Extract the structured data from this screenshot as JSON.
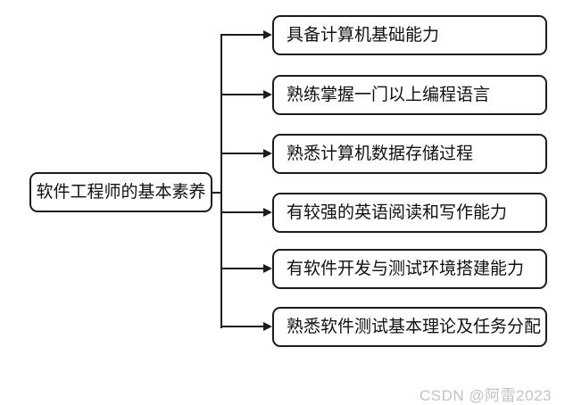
{
  "diagram": {
    "root": {
      "label": "软件工程师的基本素养"
    },
    "branches": [
      {
        "label": "具备计算机基础能力"
      },
      {
        "label": "熟练掌握一门以上编程语言"
      },
      {
        "label": "熟悉计算机数据存储过程"
      },
      {
        "label": "有较强的英语阅读和写作能力"
      },
      {
        "label": "有软件开发与测试环境搭建能力"
      },
      {
        "label": "熟悉软件测试基本理论及任务分配"
      }
    ]
  },
  "watermark": {
    "text": "CSDN @阿雷2023"
  },
  "colors": {
    "background": "#ffffff",
    "line": "#1c1c1c",
    "node_fill": "#ffffff",
    "text": "#111111",
    "watermark": "#c8c0c0"
  }
}
